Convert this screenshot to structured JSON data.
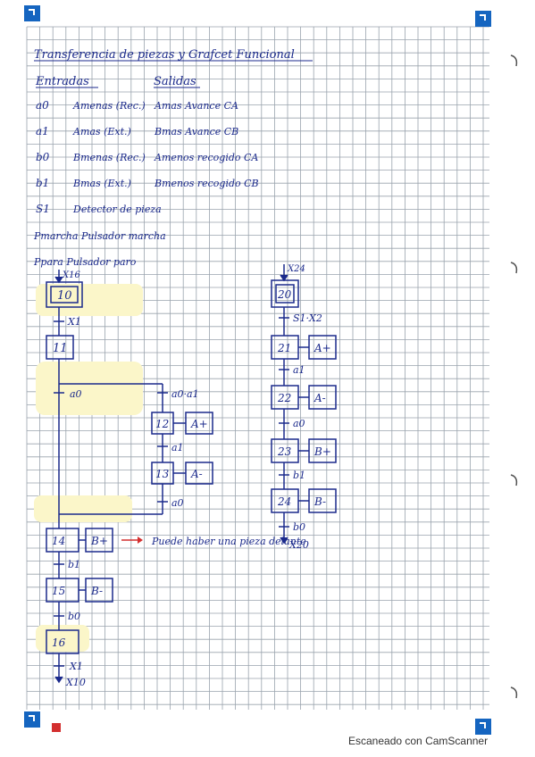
{
  "document": {
    "title_line": "Transferencia de piezas y Grafcet Funcional",
    "headers": {
      "entradas": "Entradas",
      "salidas": "Salidas"
    },
    "inputs": [
      {
        "code": "a0",
        "desc": "Amenas (Rec.)",
        "output": "Amas Avance CA"
      },
      {
        "code": "a1",
        "desc": "Amas (Ext.)",
        "output": "Bmas Avance CB"
      },
      {
        "code": "b0",
        "desc": "Bmenas (Rec.)",
        "output": "Amenos recogido CA"
      },
      {
        "code": "b1",
        "desc": "Bmas (Ext.)",
        "output": "Bmenos recogido CB"
      },
      {
        "code": "S1",
        "desc": "Detector de pieza",
        "output": ""
      }
    ],
    "notes": [
      "Pmarcha Pulsador marcha",
      "Ppara Pulsador paro"
    ]
  },
  "grafcet_left": {
    "initial_ref": "X16",
    "steps": [
      {
        "id": "10"
      },
      {
        "id": "11"
      },
      {
        "id": "12",
        "action": "A+"
      },
      {
        "id": "13",
        "action": "A-"
      },
      {
        "id": "14",
        "action": "B+"
      },
      {
        "id": "15",
        "action": "B-"
      },
      {
        "id": "16"
      }
    ],
    "transitions": {
      "t10": "X1",
      "branch_main": "a0",
      "branch_alt": "a0·a1",
      "t12": "a1",
      "t13": "a0",
      "t14": "b1",
      "t15": "b0",
      "t16": "X1",
      "end_ref": "X10"
    },
    "annotation": "Puede haber una pieza delante"
  },
  "grafcet_right": {
    "initial_ref": "X24",
    "steps": [
      {
        "id": "20"
      },
      {
        "id": "21",
        "action": "A+"
      },
      {
        "id": "22",
        "action": "A-"
      },
      {
        "id": "23",
        "action": "B+"
      },
      {
        "id": "24",
        "action": "B-"
      }
    ],
    "transitions": {
      "t20": "S1·X2",
      "t21": "a1",
      "t22": "a0",
      "t23": "b1",
      "t24": "b0",
      "end_ref": "X20"
    }
  },
  "footer": {
    "scanner": "Escaneado con CamScanner"
  },
  "colors": {
    "ink": "#1b2a8c",
    "grid": "#9aa3ad",
    "marker": "#1565c0",
    "arrow": "#d32f2f",
    "highlight": "#fbf6c9"
  }
}
